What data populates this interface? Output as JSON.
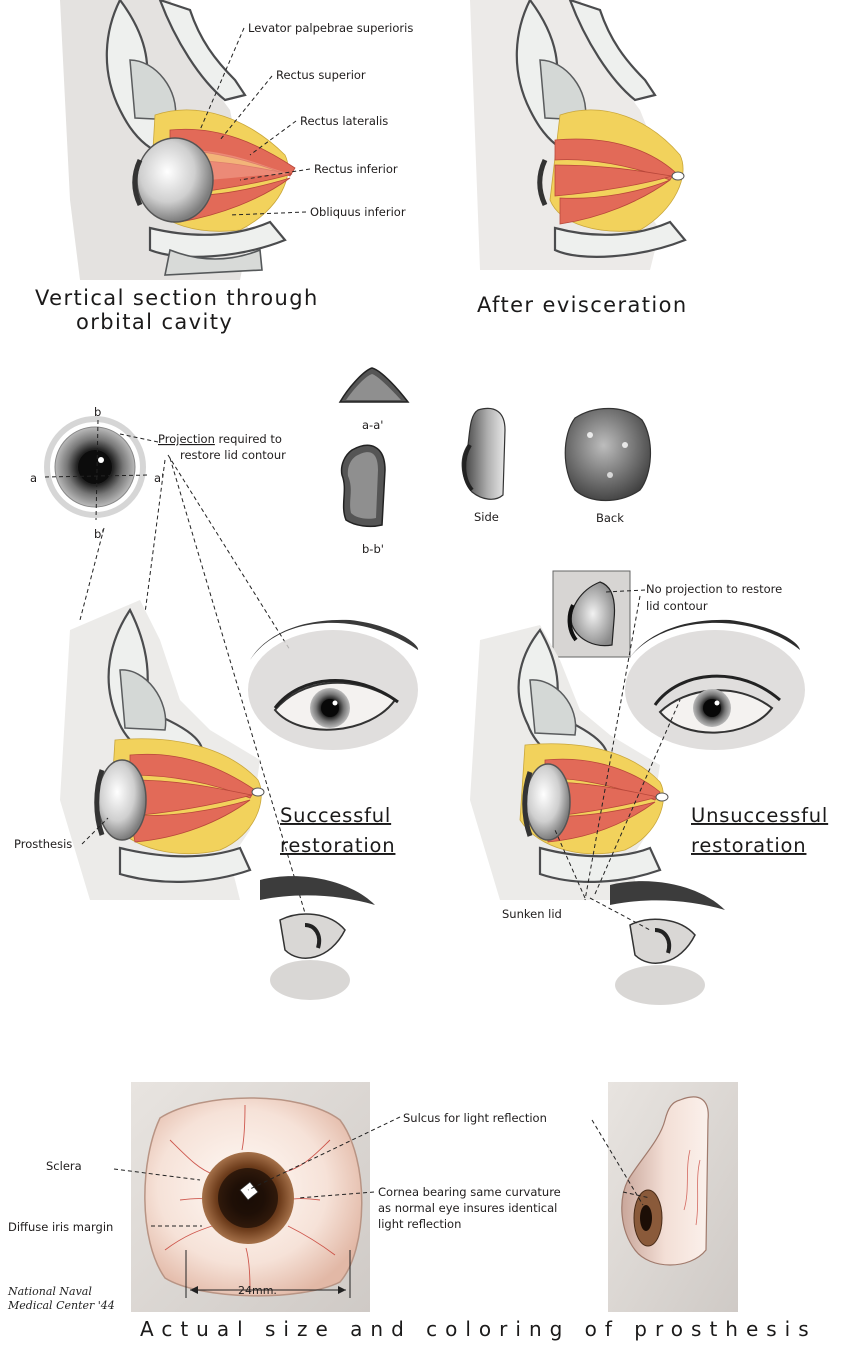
{
  "sections": {
    "vertical_section": {
      "caption_line1": "Vertical section through",
      "caption_line2": "orbital cavity",
      "labels": {
        "levator": "Levator palpebrae superioris",
        "rectus_superior": "Rectus superior",
        "rectus_lateralis": "Rectus lateralis",
        "rectus_inferior": "Rectus inferior",
        "obliquus_inferior": "Obliquus inferior"
      }
    },
    "evisceration": {
      "caption": "After evisceration"
    },
    "prosthesis_views": {
      "projection_label_underlined": "Projection",
      "projection_label_rest": " required to",
      "projection_label_line2": "restore lid contour",
      "axis_a": "a",
      "axis_a_prime": "a'",
      "axis_b": "b",
      "axis_b_prime": "b'",
      "section_aa": "a-a'",
      "section_bb": "b-b'",
      "view_side": "Side",
      "view_back": "Back"
    },
    "successful": {
      "title_line1": "Successful",
      "title_line2": "restoration",
      "prosthesis_label": "Prosthesis"
    },
    "unsuccessful": {
      "title_line1": "Unsuccessful",
      "title_line2": "restoration",
      "no_projection_line1": "No projection to restore",
      "no_projection_line2": "lid contour",
      "sunken_lid": "Sunken lid"
    },
    "actual_size": {
      "caption": "Actual size and coloring of prosthesis",
      "sulcus": "Sulcus for light reflection",
      "sclera": "Sclera",
      "cornea_line1": "Cornea bearing same curvature",
      "cornea_line2": "as normal eye insures identical",
      "cornea_line3": "light reflection",
      "diffuse_iris": "Diffuse iris margin",
      "measurement": "24mm."
    },
    "signature": {
      "line1": "National Naval",
      "line2": "Medical Center '44"
    }
  },
  "colors": {
    "fat": "#f2d25c",
    "muscle": "#e26a58",
    "bone": "#4b4c4e",
    "iris_brown": "#6b3a1c",
    "sclera_pink": "#f4dcd2",
    "vein_red": "#c4352b"
  }
}
